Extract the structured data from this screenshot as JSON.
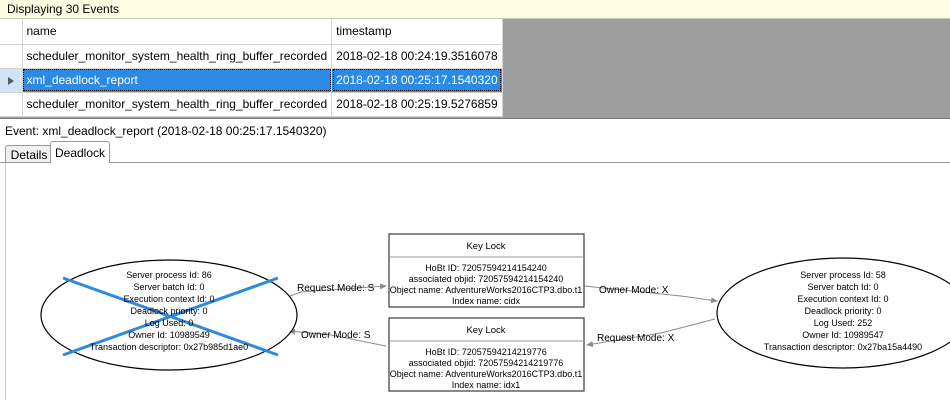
{
  "banner": {
    "text": "Displaying 30 Events"
  },
  "grid": {
    "columns": [
      "",
      "name",
      "timestamp"
    ],
    "rows": [
      {
        "selected": false,
        "marker": "",
        "name": "scheduler_monitor_system_health_ring_buffer_recorded",
        "timestamp": "2018-02-18 00:24:19.3516078"
      },
      {
        "selected": true,
        "marker": "row-arrow-icon",
        "name": "xml_deadlock_report",
        "timestamp": "2018-02-18 00:25:17.1540320"
      },
      {
        "selected": false,
        "marker": "",
        "name": "scheduler_monitor_system_health_ring_buffer_recorded",
        "timestamp": "2018-02-18 00:25:19.5276859"
      }
    ]
  },
  "event_label": {
    "text": "Event: xml_deadlock_report (2018-02-18 00:25:17.1540320)"
  },
  "tabs": [
    {
      "label": "Details",
      "active": false
    },
    {
      "label": "Deadlock",
      "active": true
    }
  ],
  "deadlock_graph": {
    "victim_marker_color": "#2e8bdc",
    "processes": [
      {
        "id": "process-left",
        "is_victim": true,
        "lines": [
          "Server process Id: 86",
          "Server batch Id: 0",
          "Execution context Id: 0",
          "Deadlock priority: 0",
          "Log Used: 0",
          "Owner Id: 10989549",
          "Transaction descriptor: 0x27b985d1ae0"
        ]
      },
      {
        "id": "process-right",
        "is_victim": false,
        "lines": [
          "Server process Id: 58",
          "Server batch Id: 0",
          "Execution context Id: 0",
          "Deadlock priority: 0",
          "Log Used: 252",
          "Owner Id: 10989547",
          "Transaction descriptor: 0x27ba15a4490"
        ]
      }
    ],
    "resources": [
      {
        "id": "key-lock-top",
        "title": "Key Lock",
        "lines": [
          "HoBt ID: 72057594214154240",
          "associated objid: 72057594214154240",
          "Object name: AdventureWorks2016CTP3.dbo.t1",
          "Index name: cidx"
        ]
      },
      {
        "id": "key-lock-bottom",
        "title": "Key Lock",
        "lines": [
          "HoBt ID: 72057594214219776",
          "associated objid: 72057594214219776",
          "Object name: AdventureWorks2016CTP3.dbo.t1",
          "Index name: idx1"
        ]
      }
    ],
    "edges": [
      {
        "id": "edge-left-request-top",
        "label": "Request Mode: S"
      },
      {
        "id": "edge-right-owner-top",
        "label": "Owner Mode: X"
      },
      {
        "id": "edge-left-owner-bottom",
        "label": "Owner Mode: S"
      },
      {
        "id": "edge-right-request-bottom",
        "label": "Request Mode: X"
      }
    ]
  }
}
